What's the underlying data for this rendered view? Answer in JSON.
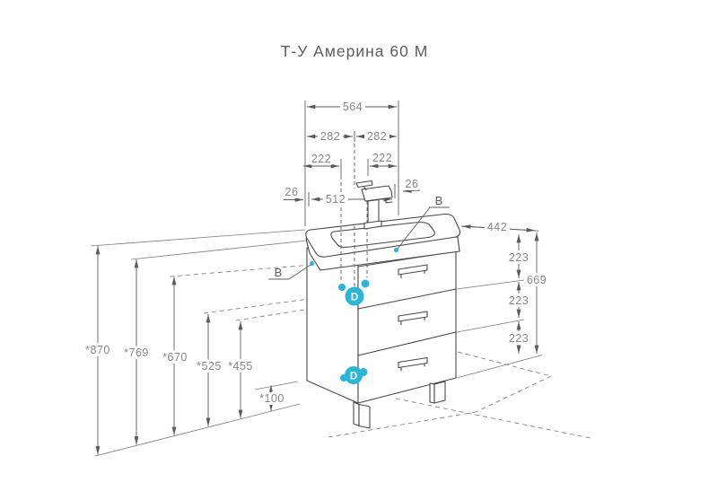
{
  "title": "Т-У Америна 60 М",
  "colors": {
    "accent_cyan": "#29b6d8",
    "line": "#474747",
    "dim_text": "#878787"
  },
  "dimensions": {
    "top": {
      "total_width": "564",
      "half_widths": [
        "282",
        "282"
      ],
      "inner_widths": [
        "222",
        "222"
      ],
      "side_offsets": [
        "26",
        "26"
      ],
      "basin_width": "512"
    },
    "right": {
      "depth": "442",
      "drawer_heights": [
        "223",
        "223",
        "223"
      ],
      "body_height": "669"
    },
    "left": {
      "heights": [
        "*870",
        "*769",
        "*670",
        "*525",
        "*455"
      ],
      "leg_height": "*100"
    }
  },
  "markers": {
    "b_right": "В",
    "b_left": "В",
    "d_top": "D",
    "d_bottom": "D"
  }
}
